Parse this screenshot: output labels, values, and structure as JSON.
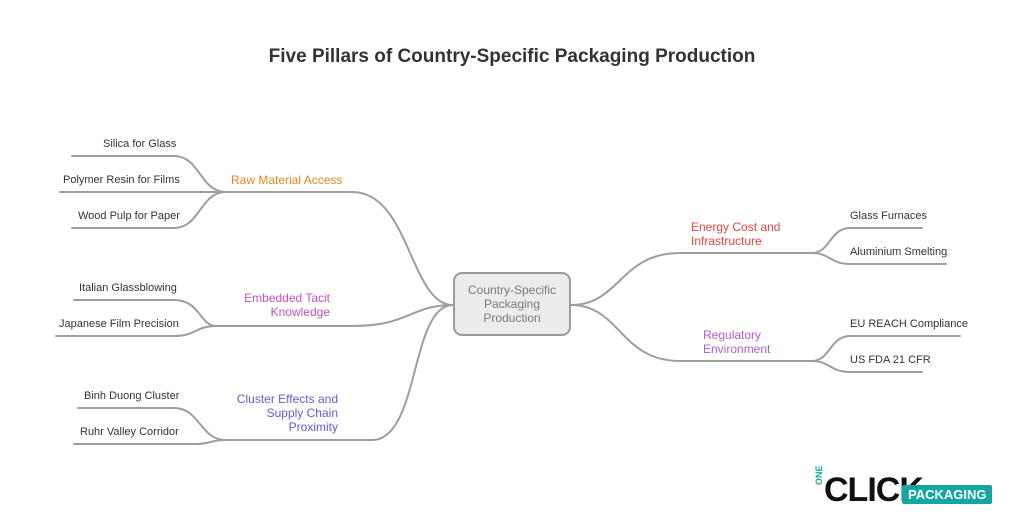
{
  "title": "Five Pillars of Country-Specific Packaging Production",
  "center": "Country-Specific\nPackaging\nProduction",
  "branches": {
    "raw_material": {
      "label": "Raw Material Access",
      "color": "#e0891f",
      "leaves": [
        "Silica for Glass",
        "Polymer Resin for Films",
        "Wood Pulp for Paper"
      ]
    },
    "tacit": {
      "label": "Embedded Tacit\nKnowledge",
      "color": "#c94fbf",
      "leaves": [
        "Italian Glassblowing",
        "Japanese Film Precision"
      ]
    },
    "cluster": {
      "label": "Cluster Effects and\nSupply Chain\nProximity",
      "color": "#6a58d6",
      "leaves": [
        "Binh Duong Cluster",
        "Ruhr Valley Corridor"
      ]
    },
    "energy": {
      "label": "Energy Cost and\nInfrastructure",
      "color": "#e0443a",
      "leaves": [
        "Glass Furnaces",
        "Aluminium Smelting"
      ]
    },
    "regulatory": {
      "label": "Regulatory\nEnvironment",
      "color": "#b45ad6",
      "leaves": [
        "EU REACH Compliance",
        "US FDA 21 CFR"
      ]
    }
  },
  "logo": {
    "one": "ONE",
    "click": "CLICK",
    "packaging": "PACKAGING",
    "accent": "#14a7a2"
  }
}
